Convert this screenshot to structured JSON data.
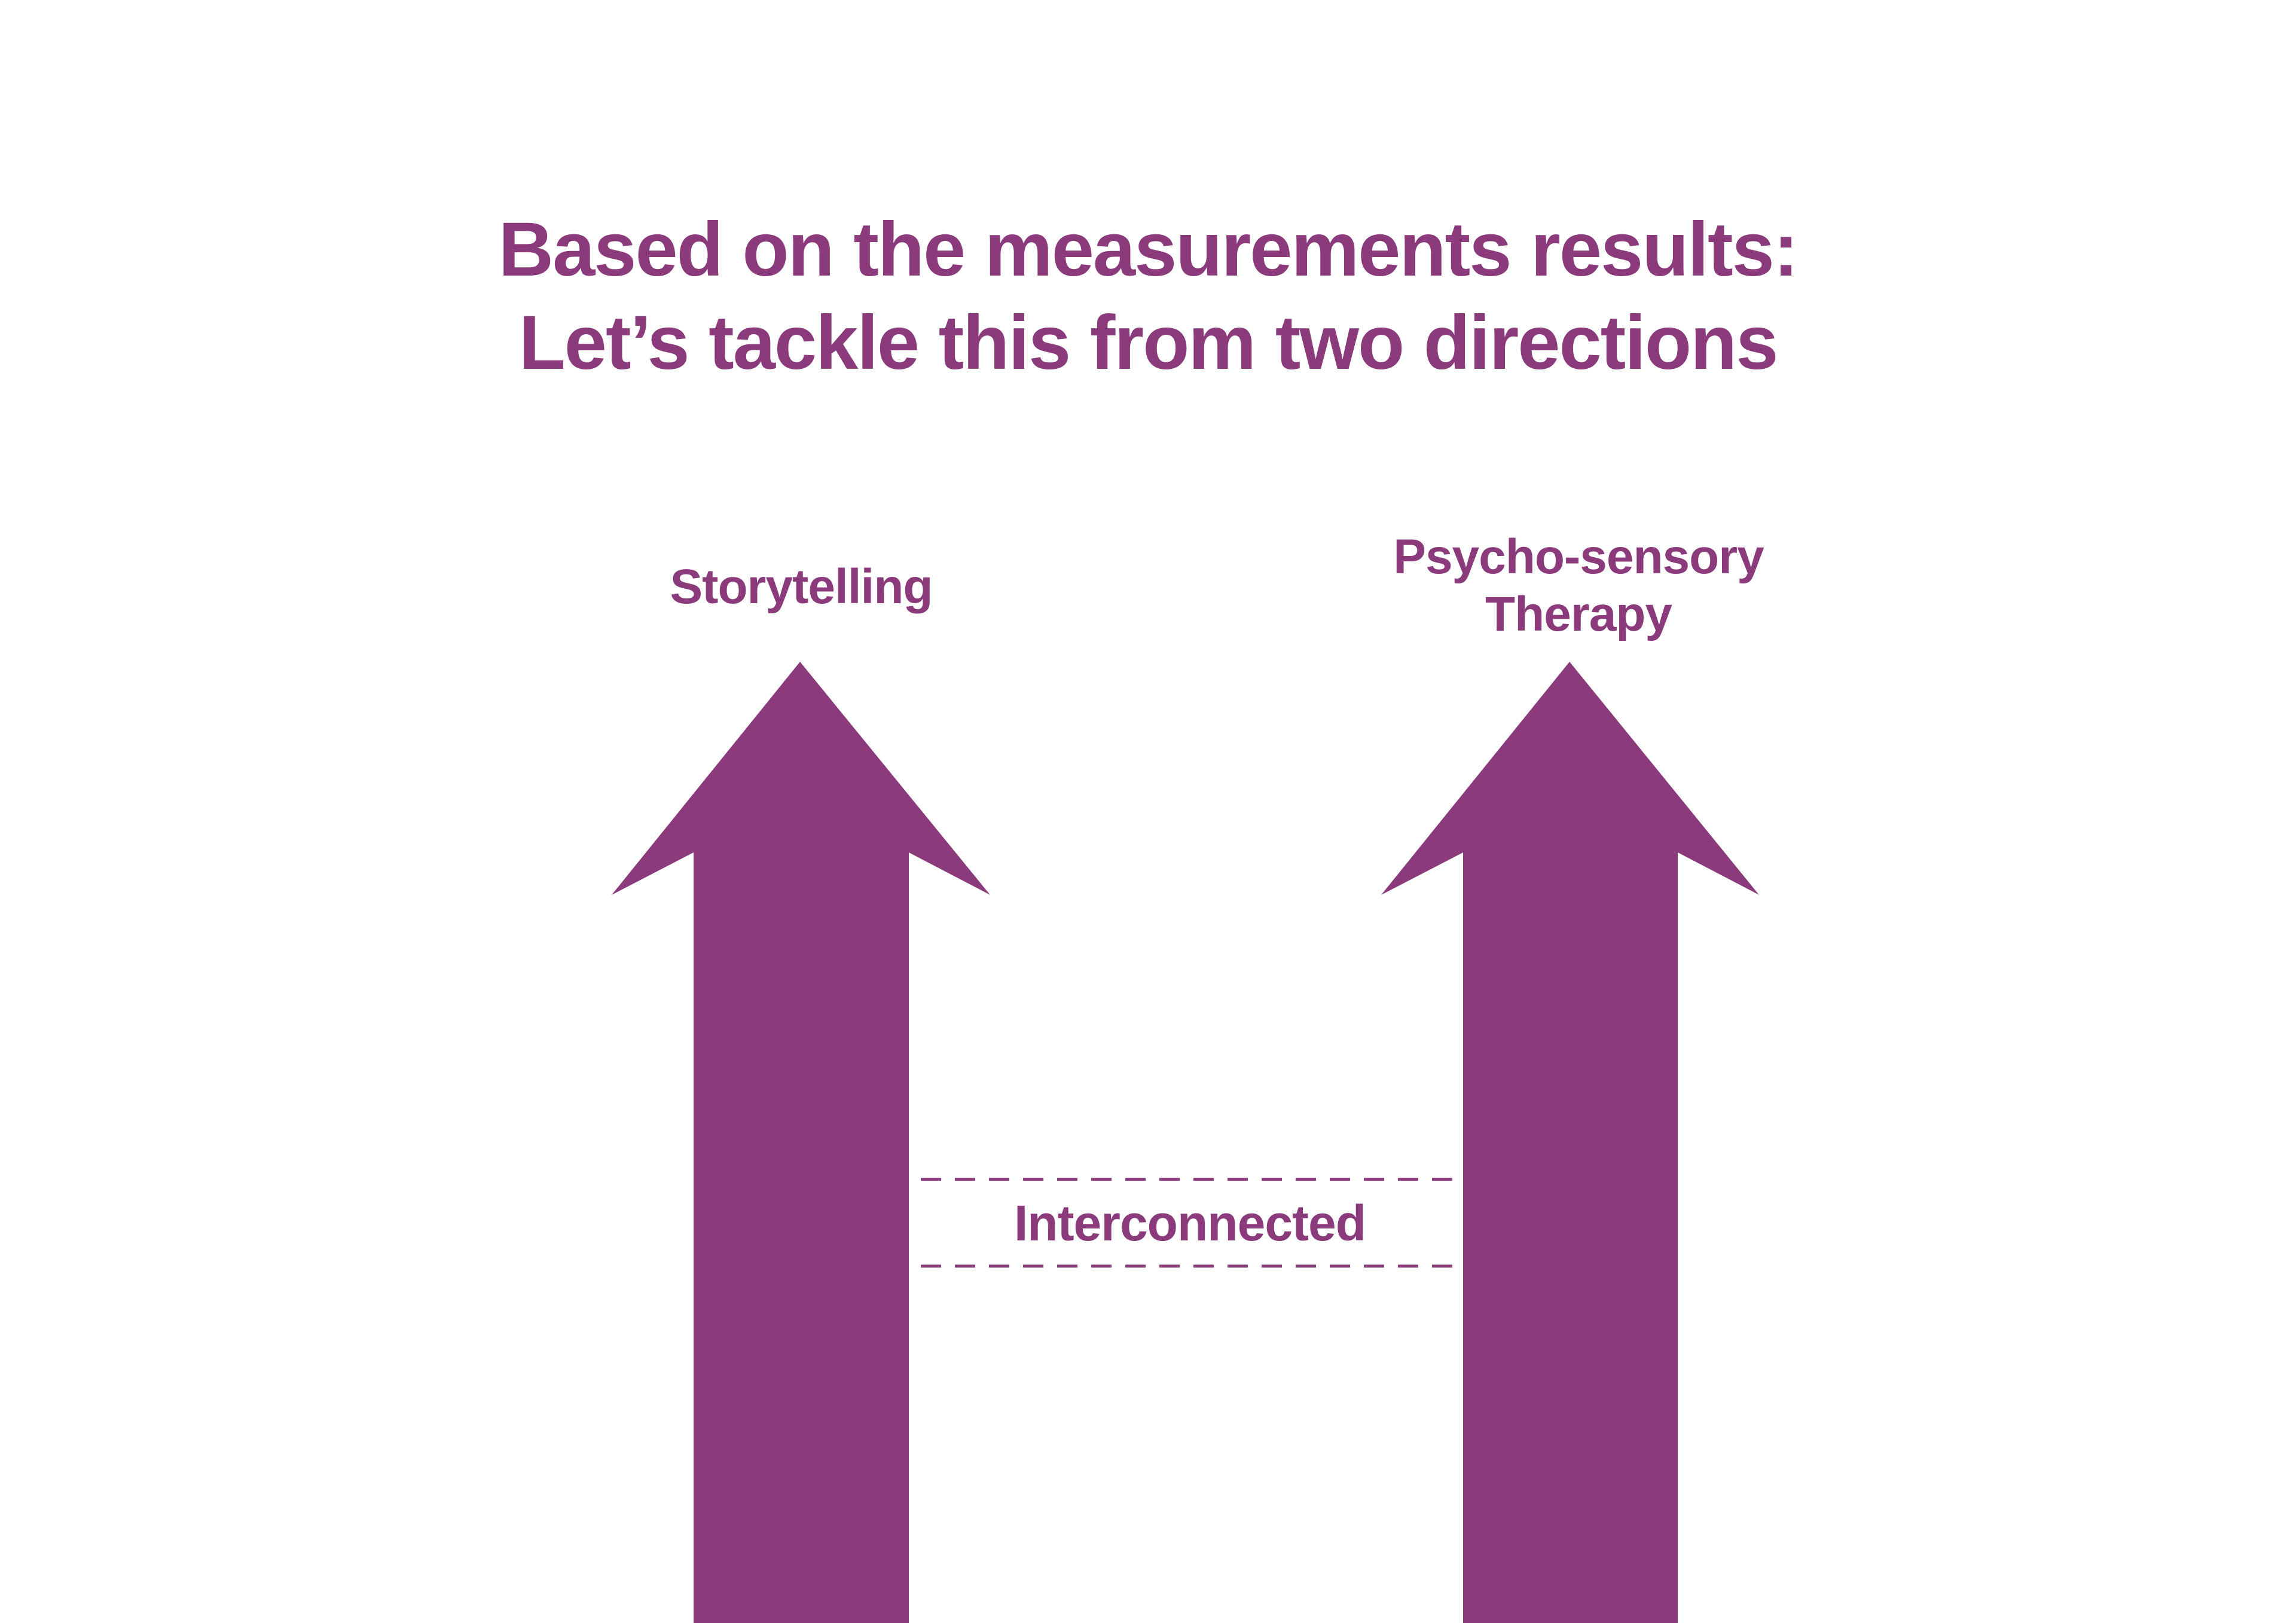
{
  "headline": {
    "line1": "Based on the measurements results:",
    "line2": "Let’s tackle this from two directions"
  },
  "arrows": [
    {
      "label_lines": [
        "Storytelling"
      ]
    },
    {
      "label_lines": [
        "Psycho-sensory",
        "Therapy"
      ]
    }
  ],
  "connector": {
    "label": "Interconnected",
    "style": "dashed"
  },
  "colors": {
    "accent": "#8b3b7b",
    "background": "#ffffff"
  }
}
